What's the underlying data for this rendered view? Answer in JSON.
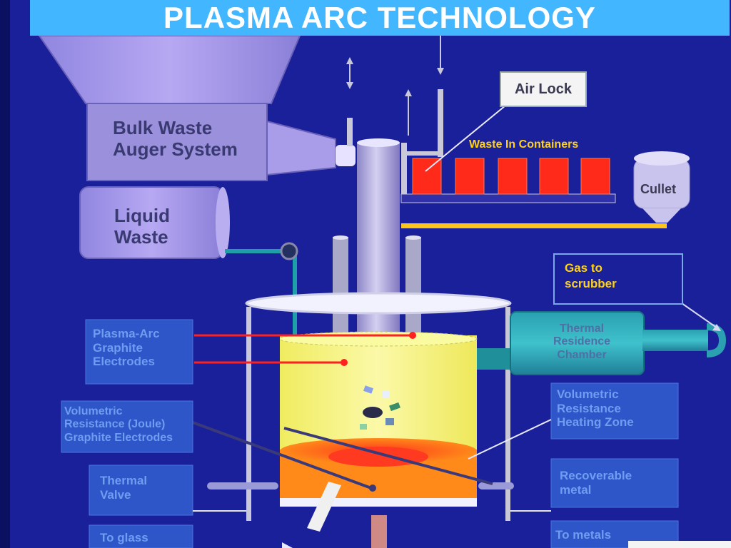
{
  "title": "PLASMA ARC TECHNOLOGY",
  "labels": {
    "bulk_waste_line1": "Bulk Waste",
    "bulk_waste_line2": "Auger System",
    "liquid_line1": "Liquid",
    "liquid_line2": "Waste",
    "air_lock": "Air Lock",
    "waste_containers": "Waste In Containers",
    "cullet": "Cullet",
    "gas_line1": "Gas to",
    "gas_line2": "scrubber",
    "thermal_res_line1": "Thermal",
    "thermal_res_line2": "Residence",
    "thermal_res_line3": "Chamber",
    "plasma_line1": "Plasma-Arc",
    "plasma_line2": "Graphite",
    "plasma_line3": "Electrodes",
    "vol_left_line1": "Volumetric",
    "vol_left_line2": "Resistance (Joule)",
    "vol_left_line3": "Graphite Electrodes",
    "vol_right_line1": "Volumetric",
    "vol_right_line2": "Resistance",
    "vol_right_line3": "Heating Zone",
    "thermal_valve_line1": "Thermal",
    "thermal_valve_line2": "Valve",
    "recoverable_line1": "Recoverable",
    "recoverable_line2": "metal",
    "to_glass": "To glass",
    "to_metals": "To metals"
  },
  "colors": {
    "background": "#1a1f9a",
    "title_bar": "#42b7ff",
    "label_box": "#2e56c8",
    "container_red": "#ff2a1a",
    "melt_yellow": "#f7f37a",
    "slag_orange": "#ff8a1a",
    "conveyor_yellow": "#ffc61a",
    "electrode_red": "#ff2020"
  }
}
